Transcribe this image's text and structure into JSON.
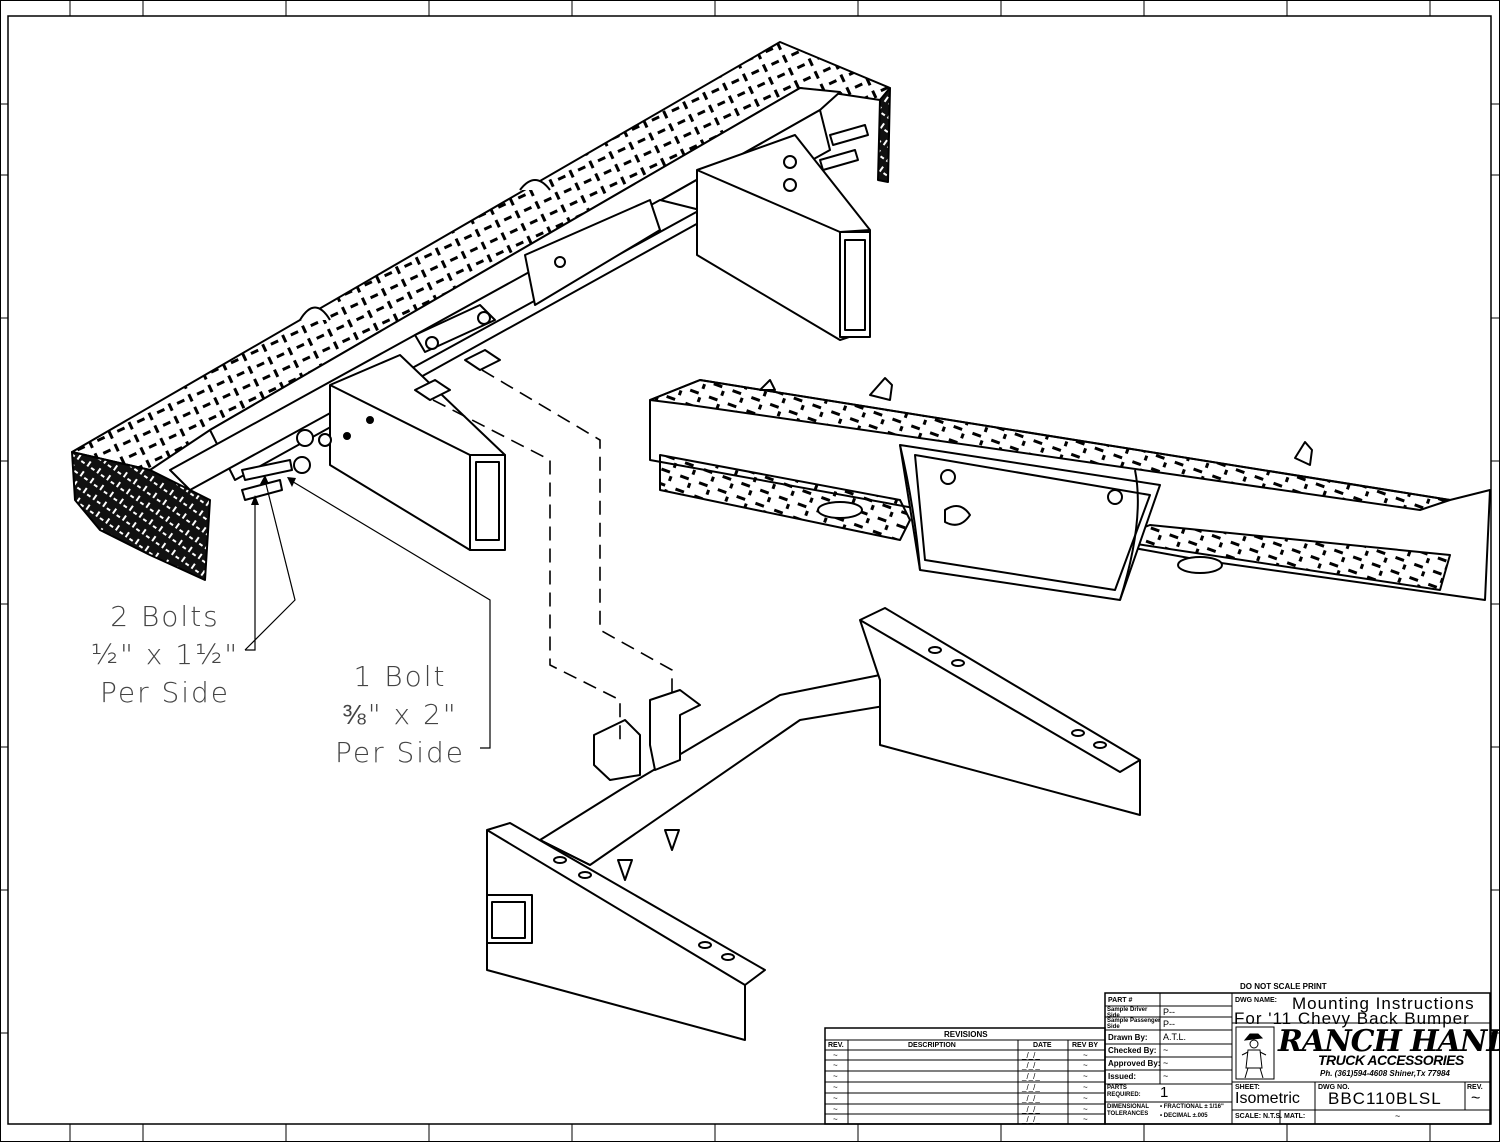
{
  "callouts": {
    "bolt_half": [
      "2 Bolts",
      "½\" x 1½\"",
      "Per Side"
    ],
    "bolt_3_8": [
      "1 Bolt",
      "⅜\" x 2\"",
      "Per Side"
    ]
  },
  "title_block": {
    "do_not_scale": "DO NOT SCALE PRINT",
    "dwg_name_label": "DWG NAME:",
    "dwg_name_line1": "Mounting Instructions",
    "dwg_name_line2": "For '11 Chevy Back Bumper",
    "part_label": "PART #",
    "driver_side_label": "Sample Driver Side",
    "driver_side_value": "P--",
    "passenger_side_label": "Sample Passenger Side",
    "passenger_side_value": "P--",
    "drawn_by_label": "Drawn By:",
    "drawn_by_value": "A.T.L.",
    "checked_by_label": "Checked By:",
    "checked_by_value": "~",
    "approved_by_label": "Approved By:",
    "approved_by_value": "~",
    "issued_label": "Issued:",
    "issued_value": "~",
    "parts_required_label": "PARTS REQUIRED:",
    "parts_required_value": "1",
    "tolerances_label": "DIMENSIONAL TOLERANCES",
    "fractional_label": "• FRACTIONAL ± 1/16\"",
    "decimal_label": "• DECIMAL ±.005",
    "sheet_label": "SHEET:",
    "sheet_value": "Isometric",
    "dwg_no_label": "DWG NO.",
    "dwg_no_value": "BBC110BLSL",
    "rev_label": "REV.",
    "rev_value": "~",
    "scale_label": "SCALE: N.T.S.",
    "matl_label": "MATL:",
    "matl_value": "~",
    "logo_main": "RANCH HAND",
    "logo_sub": "TRUCK ACCESSORIES",
    "logo_phone": "Ph. (361)594-4608 Shiner,Tx 77984"
  },
  "revisions": {
    "title": "REVISIONS",
    "headers": [
      "REV.",
      "DESCRIPTION",
      "DATE",
      "REV BY"
    ],
    "rows": [
      [
        "~",
        "",
        "_/_/_",
        "~"
      ],
      [
        "~",
        "",
        "_/_/_",
        "~"
      ],
      [
        "~",
        "",
        "_/_/_",
        "~"
      ],
      [
        "~",
        "",
        "_/_/_",
        "~"
      ],
      [
        "~",
        "",
        "_/_/_",
        "~"
      ],
      [
        "~",
        "",
        "_/_/_",
        "~"
      ],
      [
        "~",
        "",
        "_/_/_",
        "~"
      ]
    ]
  }
}
